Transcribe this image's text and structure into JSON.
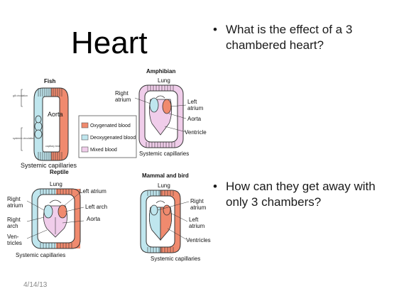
{
  "slide": {
    "title": "Heart",
    "date": "4/14/13",
    "bullets": [
      "What is the effect of a 3 chambered heart?",
      "How can they get away with only 3 chambers?"
    ]
  },
  "figure": {
    "fish": {
      "heading": "Fish",
      "aorta": "Aorta",
      "capillaries": "Systemic capillaries",
      "gill_label": "gill circulation",
      "systemic_label": "systemic circulation",
      "inner_caption": "capillary bed"
    },
    "legend": [
      "Oxygenated blood",
      "Deoxygenated blood",
      "Mixed blood"
    ],
    "amphibian": {
      "heading": "Amphibian",
      "lung": "Lung",
      "right_atrium": [
        "Right",
        "atrium"
      ],
      "left_atrium": [
        "Left",
        "atrium"
      ],
      "aorta": "Aorta",
      "ventricle": "Ventricle",
      "capillaries": "Systemic capillaries"
    },
    "reptile": {
      "heading": "Reptile",
      "lung": "Lung",
      "left_atrium": "Left atrium",
      "right_atrium": [
        "Right",
        "atrium"
      ],
      "left_arch": "Left arch",
      "right_arch": [
        "Right",
        "arch"
      ],
      "aorta": "Aorta",
      "ventricles": [
        "Ven-",
        "tricles"
      ],
      "capillaries": "Systemic capillaries"
    },
    "mammal": {
      "heading": "Mammal and bird",
      "lung": "Lung",
      "right_atrium": [
        "Right",
        "atrium"
      ],
      "left_atrium": [
        "Left",
        "atrium"
      ],
      "ventricles": "Ventricles",
      "capillaries": "Systemic capillaries"
    }
  },
  "colors": {
    "oxygenated": "#f08a6e",
    "deoxygenated": "#bfe6ee",
    "mixed": "#f0cdea",
    "vessel_dark": "#333333"
  }
}
